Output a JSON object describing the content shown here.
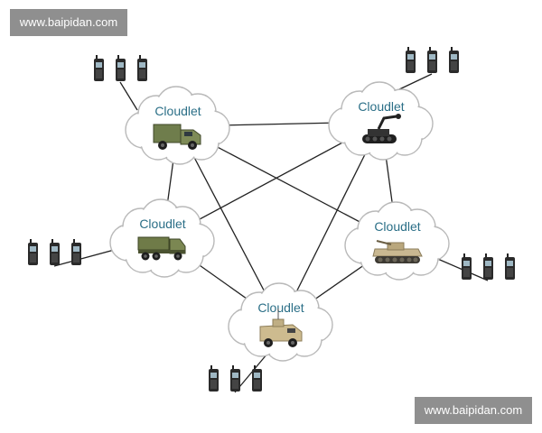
{
  "watermark_top": "www.baipidan.com",
  "watermark_bottom": "www.baipidan.com",
  "cloudlets": [
    {
      "id": "c1",
      "label": "Cloudlet",
      "vehicle": "humvee-icon"
    },
    {
      "id": "c2",
      "label": "Cloudlet",
      "vehicle": "ugv-robot-icon"
    },
    {
      "id": "c3",
      "label": "Cloudlet",
      "vehicle": "cargo-truck-icon"
    },
    {
      "id": "c4",
      "label": "Cloudlet",
      "vehicle": "ifv-tank-icon"
    },
    {
      "id": "c5",
      "label": "Cloudlet",
      "vehicle": "mrap-vehicle-icon"
    }
  ],
  "links": [
    [
      "c1",
      "c2"
    ],
    [
      "c1",
      "c3"
    ],
    [
      "c1",
      "c4"
    ],
    [
      "c1",
      "c5"
    ],
    [
      "c2",
      "c3"
    ],
    [
      "c2",
      "c4"
    ],
    [
      "c2",
      "c5"
    ],
    [
      "c3",
      "c5"
    ],
    [
      "c4",
      "c5"
    ]
  ],
  "device_groups": [
    {
      "id": "g1",
      "cloudlet": "c1",
      "icon": "handheld-radio-icon",
      "count": 3
    },
    {
      "id": "g2",
      "cloudlet": "c2",
      "icon": "handheld-radio-icon",
      "count": 3
    },
    {
      "id": "g3",
      "cloudlet": "c3",
      "icon": "handheld-radio-icon",
      "count": 3
    },
    {
      "id": "g4",
      "cloudlet": "c4",
      "icon": "handheld-radio-icon",
      "count": 3
    },
    {
      "id": "g5",
      "cloudlet": "c5",
      "icon": "handheld-radio-icon",
      "count": 3
    }
  ],
  "colors": {
    "label": "#2b6f87",
    "cloud_stroke": "#b9b9b9",
    "link": "#222222",
    "watermark_bg": "#8f8f8f"
  }
}
